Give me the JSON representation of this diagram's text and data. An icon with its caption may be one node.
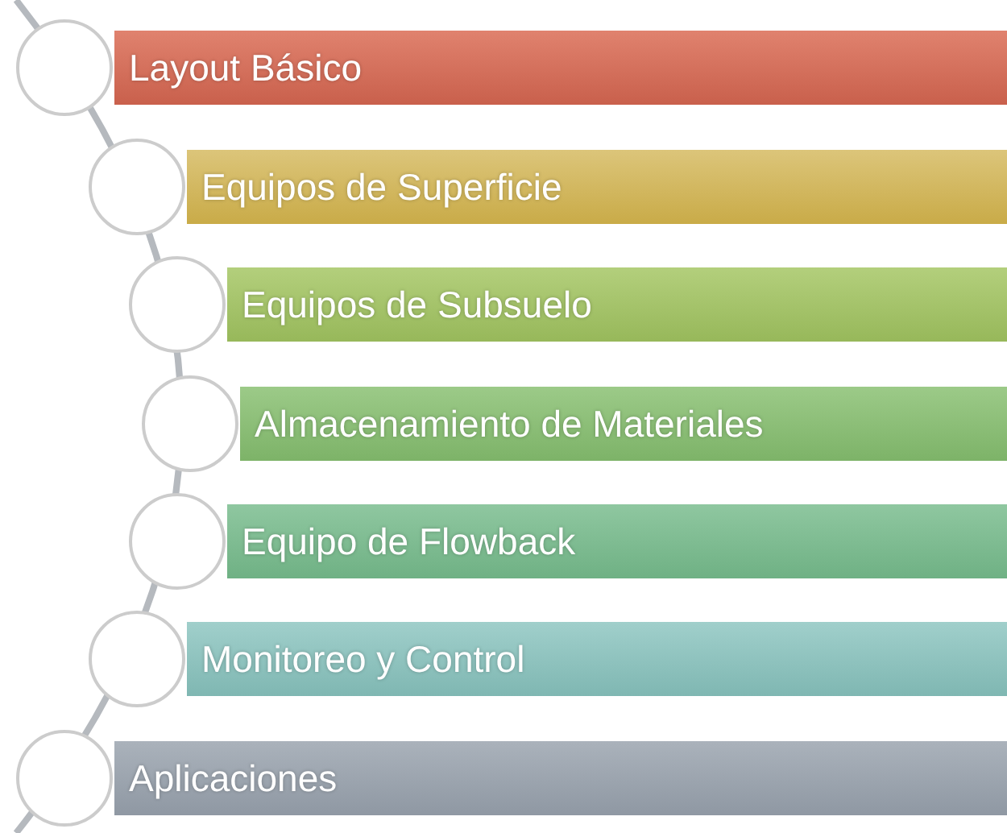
{
  "diagram": {
    "nodes": [
      {
        "text": [
          "Layout Básico"
        ]
      },
      {
        "text": [
          "Equipos de Superficie"
        ]
      },
      {
        "text": [
          "Equipos de Subsuelo"
        ]
      },
      {
        "text": [
          "Almacenamiento de Materiales"
        ]
      },
      {
        "text": [
          "Equipo de Flowback"
        ]
      },
      {
        "text": [
          "Monitoreo y Control"
        ]
      },
      {
        "text": [
          "Aplicaciones"
        ]
      }
    ]
  }
}
